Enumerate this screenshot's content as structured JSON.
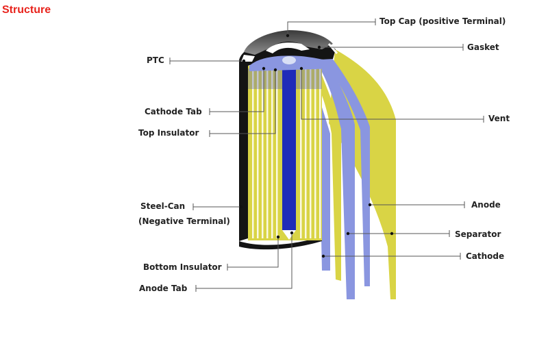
{
  "page": {
    "heading": "Structure",
    "heading_color": "#e8231c"
  },
  "diagram": {
    "colors": {
      "yellow": "#d9d445",
      "blue": "#8a96e0",
      "dark_blue": "#1f2bb8",
      "can": "#141414",
      "cap": "#6a6a6a",
      "leader": "#555555"
    },
    "labels": {
      "top_cap": "Top Cap  (positive  Terminal)",
      "gasket": "Gasket",
      "ptc": "PTC",
      "cathode_tab": "Cathode Tab",
      "top_insulator": "Top  Insulator",
      "vent": "Vent",
      "steel_can_1": "Steel-Can",
      "steel_can_2": "(Negative  Terminal)",
      "anode": "Anode",
      "separator": "Separator",
      "cathode": "Cathode",
      "bottom_insulator": "Bottom Insulator",
      "anode_tab": "Anode Tab"
    }
  }
}
